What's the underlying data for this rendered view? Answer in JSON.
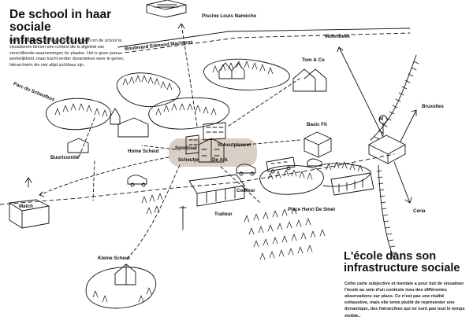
{
  "titles": {
    "nl": "De school in haar sociale infrastructuur",
    "fr": "L'école dans son infrastructure sociale"
  },
  "paragraphs": {
    "nl": "Deze subjectieve, mentale kaart is bedoeld om de school te visualiseren binnen een context die is afgeleid van verschillende waarnemingen ter plaatse. Het is geen pure werkelijkheid, maar tracht eerder dynamieken weer te geven, hiërarchieën die niet altijd zichtbaar zijn.",
    "fr": "Cette carte subjective et mentale a pour but de visualiser l'école au sein d'un contexte issu des différentes observations sur place. Ce n'est pas une réalité exhaustive, mais elle tente plutôt de représenter une dynamique, des hiérarchies qui ne sont pas tout le temps visible.."
  },
  "places": {
    "piscine": "Piscine Louis Namèche",
    "boulevard": "Boulevard Edmond Machtens",
    "molenbeek": "Molenbeek",
    "parc": "Parc du Scheutbos",
    "tom_co": "Tom & Co",
    "bruxelles": "Bruxelles",
    "basic_fit": "Basic Fit",
    "home_scheut": "Home Scheut",
    "buurtcomite": "Buurtcomité",
    "sportzaal": "Sportzaal",
    "scheutplaneet": "Scheutplaneet",
    "scheutje": "Scheutje",
    "de_ark": "De Ark",
    "coiffeur": "Coiffeur",
    "place_smet": "Place Henri De Smet",
    "ceria": "Ceria",
    "match": "Match",
    "traiteur": "Traiteur",
    "kleine_scheut": "Kleine Scheut"
  },
  "metro_symbol": "M",
  "colors": {
    "ink": "#111111",
    "highlight": "#d9cfc4",
    "background": "#ffffff"
  }
}
